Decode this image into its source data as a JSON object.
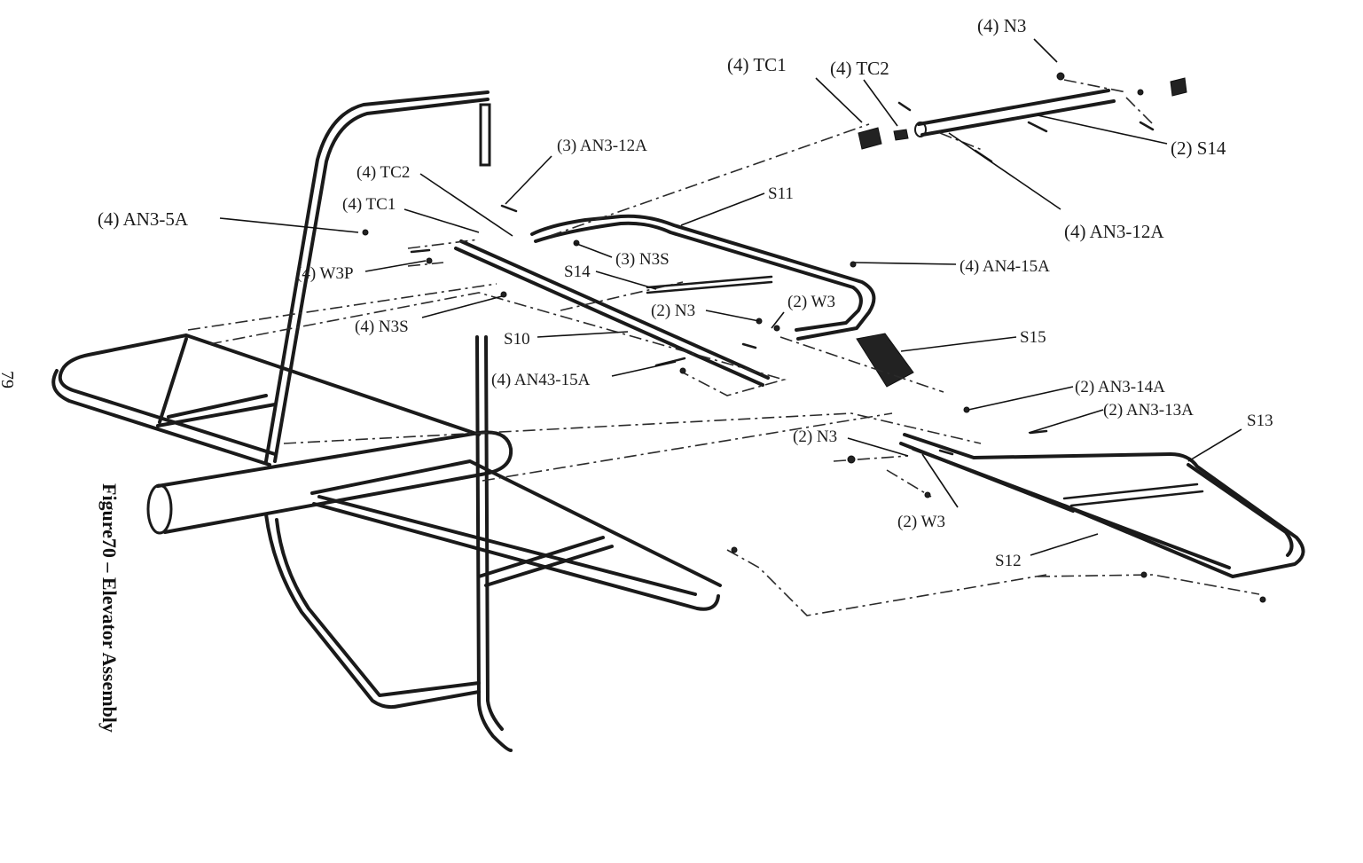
{
  "page": {
    "page_number": "79",
    "caption": "Figure70 – Elevator Assembly"
  },
  "labels": {
    "n3_top": "(4) N3",
    "tc1_top": "(4) TC1",
    "tc2_top": "(4) TC2",
    "s14_right": "(2) S14",
    "an3_12a_right": "(4) AN3-12A",
    "an3_12a_left": "(3) AN3-12A",
    "tc2_left": "(4) TC2",
    "tc1_left": "(4) TC1",
    "s11": "S11",
    "an3_5a": "(4) AN3-5A",
    "w3p": "(4) W3P",
    "n3s_mid": "(3) N3S",
    "an4_15a": "(4) AN4-15A",
    "s14_mid": "S14",
    "n3_mid": "(2) N3",
    "w3_mid": "(2) W3",
    "n3s_left": "(4) N3S",
    "s15": "S15",
    "s10": "S10",
    "an43_15a": "(4) AN43-15A",
    "an3_14a": "(2) AN3-14A",
    "an3_13a": "(2) AN3-13A",
    "s13": "S13",
    "n3_low": "(2) N3",
    "w3_low": "(2) W3",
    "s12": "S12"
  }
}
